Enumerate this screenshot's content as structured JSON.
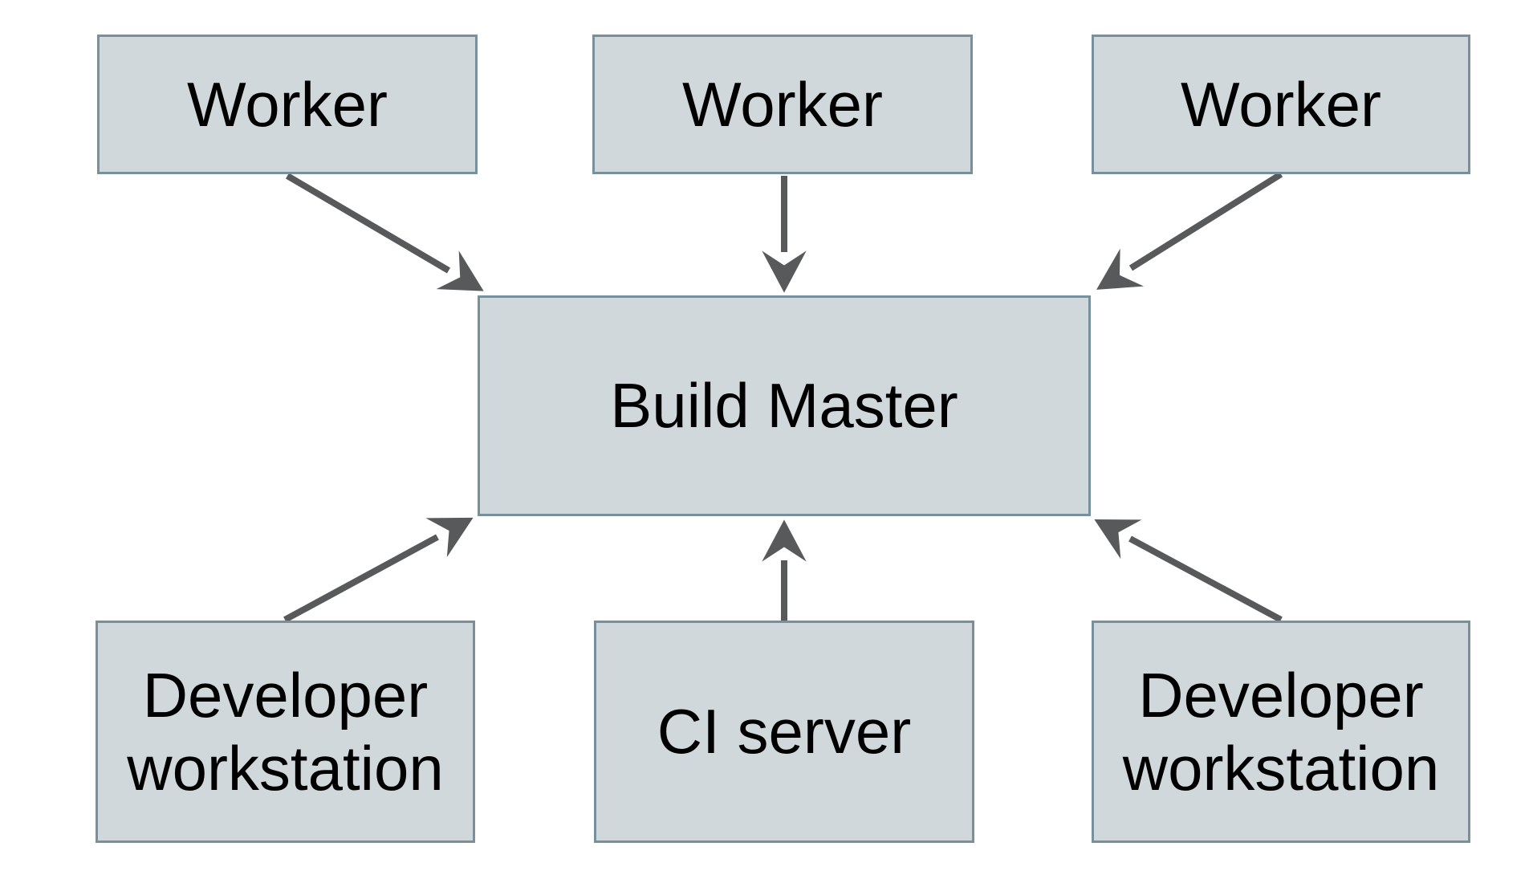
{
  "diagram": {
    "type": "architecture-diagram",
    "background_color": "#ffffff",
    "colors": {
      "node_fill": "#d1d8db",
      "node_border": "#78909c",
      "arrow": "#58595b",
      "text": "#000000"
    },
    "nodes": [
      {
        "id": "worker-1",
        "label": "Worker"
      },
      {
        "id": "worker-2",
        "label": "Worker"
      },
      {
        "id": "worker-3",
        "label": "Worker"
      },
      {
        "id": "build-master",
        "label": "Build Master"
      },
      {
        "id": "developer-workstation-1",
        "label": "Developer workstation"
      },
      {
        "id": "ci-server",
        "label": "CI server"
      },
      {
        "id": "developer-workstation-2",
        "label": "Developer workstation"
      }
    ],
    "edges": [
      {
        "from": "worker-1",
        "to": "build-master"
      },
      {
        "from": "worker-2",
        "to": "build-master"
      },
      {
        "from": "worker-3",
        "to": "build-master"
      },
      {
        "from": "developer-workstation-1",
        "to": "build-master"
      },
      {
        "from": "ci-server",
        "to": "build-master"
      },
      {
        "from": "developer-workstation-2",
        "to": "build-master"
      }
    ]
  }
}
